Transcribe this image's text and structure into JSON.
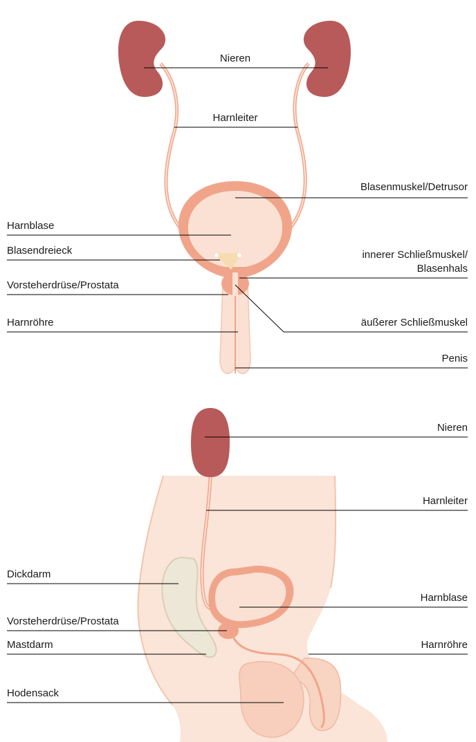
{
  "colors": {
    "kidney": "#b85a5a",
    "kidney_dark": "#9c4646",
    "bladder_muscle": "#f0a58a",
    "bladder_inner": "#fbe1d4",
    "tissue": "#f6c9b6",
    "tissue_light": "#fbe6dc",
    "bowel": "#ece7d6",
    "leader_line": "#000000",
    "text": "#1a1a1a"
  },
  "top_diagram": {
    "labels": {
      "nieren": "Nieren",
      "harnleiter": "Harnleiter",
      "blasenmuskel": "Blasenmuskel/Detrusor",
      "harnblase": "Harnblase",
      "blasendreieck": "Blasendreieck",
      "innerer_1": "innerer Schließmuskel/",
      "innerer_2": "Blasenhals",
      "prostata": "Vorsteherdrüse/Prostata",
      "harnroehre": "Harnröhre",
      "aeusserer": "äußerer Schließmuskel",
      "penis": "Penis"
    }
  },
  "bottom_diagram": {
    "labels": {
      "nieren": "Nieren",
      "harnleiter": "Harnleiter",
      "dickdarm": "Dickdarm",
      "harnblase": "Harnblase",
      "prostata": "Vorsteherdrüse/Prostata",
      "mastdarm": "Mastdarm",
      "harnroehre": "Harnröhre",
      "hodensack": "Hodensack"
    }
  }
}
